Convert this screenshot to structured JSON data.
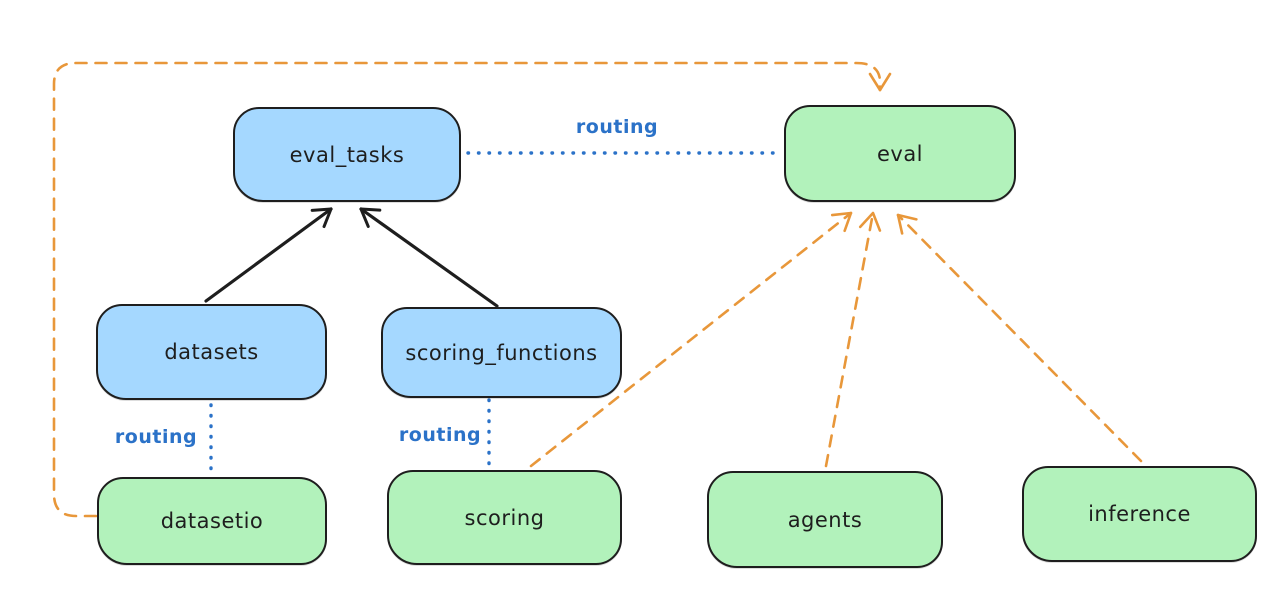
{
  "diagram": {
    "type": "architecture-diagram",
    "routing_label": "routing",
    "nodes": {
      "eval_tasks": {
        "label": "eval_tasks",
        "fill": "#a5d8ff",
        "kind": "api"
      },
      "datasets": {
        "label": "datasets",
        "fill": "#a5d8ff",
        "kind": "api"
      },
      "scoring_functions": {
        "label": "scoring_functions",
        "fill": "#a5d8ff",
        "kind": "api"
      },
      "eval": {
        "label": "eval",
        "fill": "#b2f2bb",
        "kind": "provider"
      },
      "datasetio": {
        "label": "datasetio",
        "fill": "#b2f2bb",
        "kind": "provider"
      },
      "scoring": {
        "label": "scoring",
        "fill": "#b2f2bb",
        "kind": "provider"
      },
      "agents": {
        "label": "agents",
        "fill": "#b2f2bb",
        "kind": "provider"
      },
      "inference": {
        "label": "inference",
        "fill": "#b2f2bb",
        "kind": "provider"
      }
    },
    "edges": [
      {
        "from": "datasets",
        "to": "eval_tasks",
        "style": "solid-black-arrow",
        "label": ""
      },
      {
        "from": "scoring_functions",
        "to": "eval_tasks",
        "style": "solid-black-arrow",
        "label": ""
      },
      {
        "from": "eval_tasks",
        "to": "eval",
        "style": "dotted-blue",
        "label": "routing"
      },
      {
        "from": "datasets",
        "to": "datasetio",
        "style": "dotted-blue",
        "label": "routing"
      },
      {
        "from": "scoring_functions",
        "to": "scoring",
        "style": "dotted-blue",
        "label": "routing"
      },
      {
        "from": "datasetio",
        "to": "eval",
        "style": "dashed-orange-arrow",
        "label": ""
      },
      {
        "from": "scoring",
        "to": "eval",
        "style": "dashed-orange-arrow",
        "label": ""
      },
      {
        "from": "agents",
        "to": "eval",
        "style": "dashed-orange-arrow",
        "label": ""
      },
      {
        "from": "inference",
        "to": "eval",
        "style": "dashed-orange-arrow",
        "label": ""
      }
    ],
    "colors": {
      "background": "#ffffff",
      "node_stroke": "#1e1e1e",
      "api_fill_blue": "#a5d8ff",
      "provider_fill_green": "#b2f2bb",
      "routing_line_blue": "#2b72c8",
      "provider_edge_orange": "#e8973a",
      "dependency_edge_black": "#1e1e1e"
    }
  }
}
